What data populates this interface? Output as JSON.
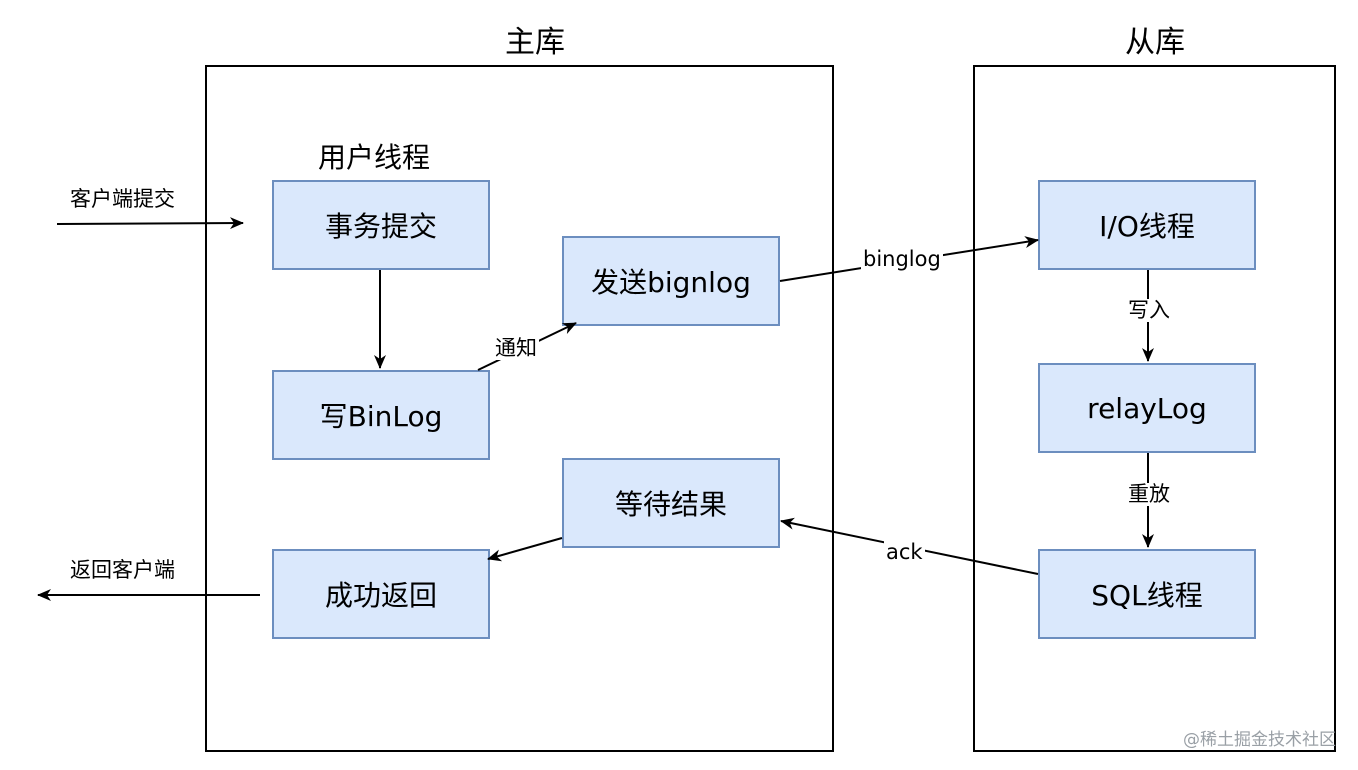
{
  "sections": {
    "master": "主库",
    "slave": "从库"
  },
  "master": {
    "group_label": "用户线程",
    "boxes": {
      "commit": "事务提交",
      "write_binlog": "写BinLog",
      "send_binlog": "发送bignlog",
      "wait_result": "等待结果",
      "success_return": "成功返回"
    }
  },
  "slave": {
    "boxes": {
      "io_thread": "I/O线程",
      "relay_log": "relayLog",
      "sql_thread": "SQL线程"
    }
  },
  "edges": {
    "client_commit": "客户端提交",
    "notify": "通知",
    "binglog": "binglog",
    "write_in": "写入",
    "replay": "重放",
    "ack": "ack",
    "return_client": "返回客户端"
  },
  "watermark": "@稀土掘金技术社区"
}
